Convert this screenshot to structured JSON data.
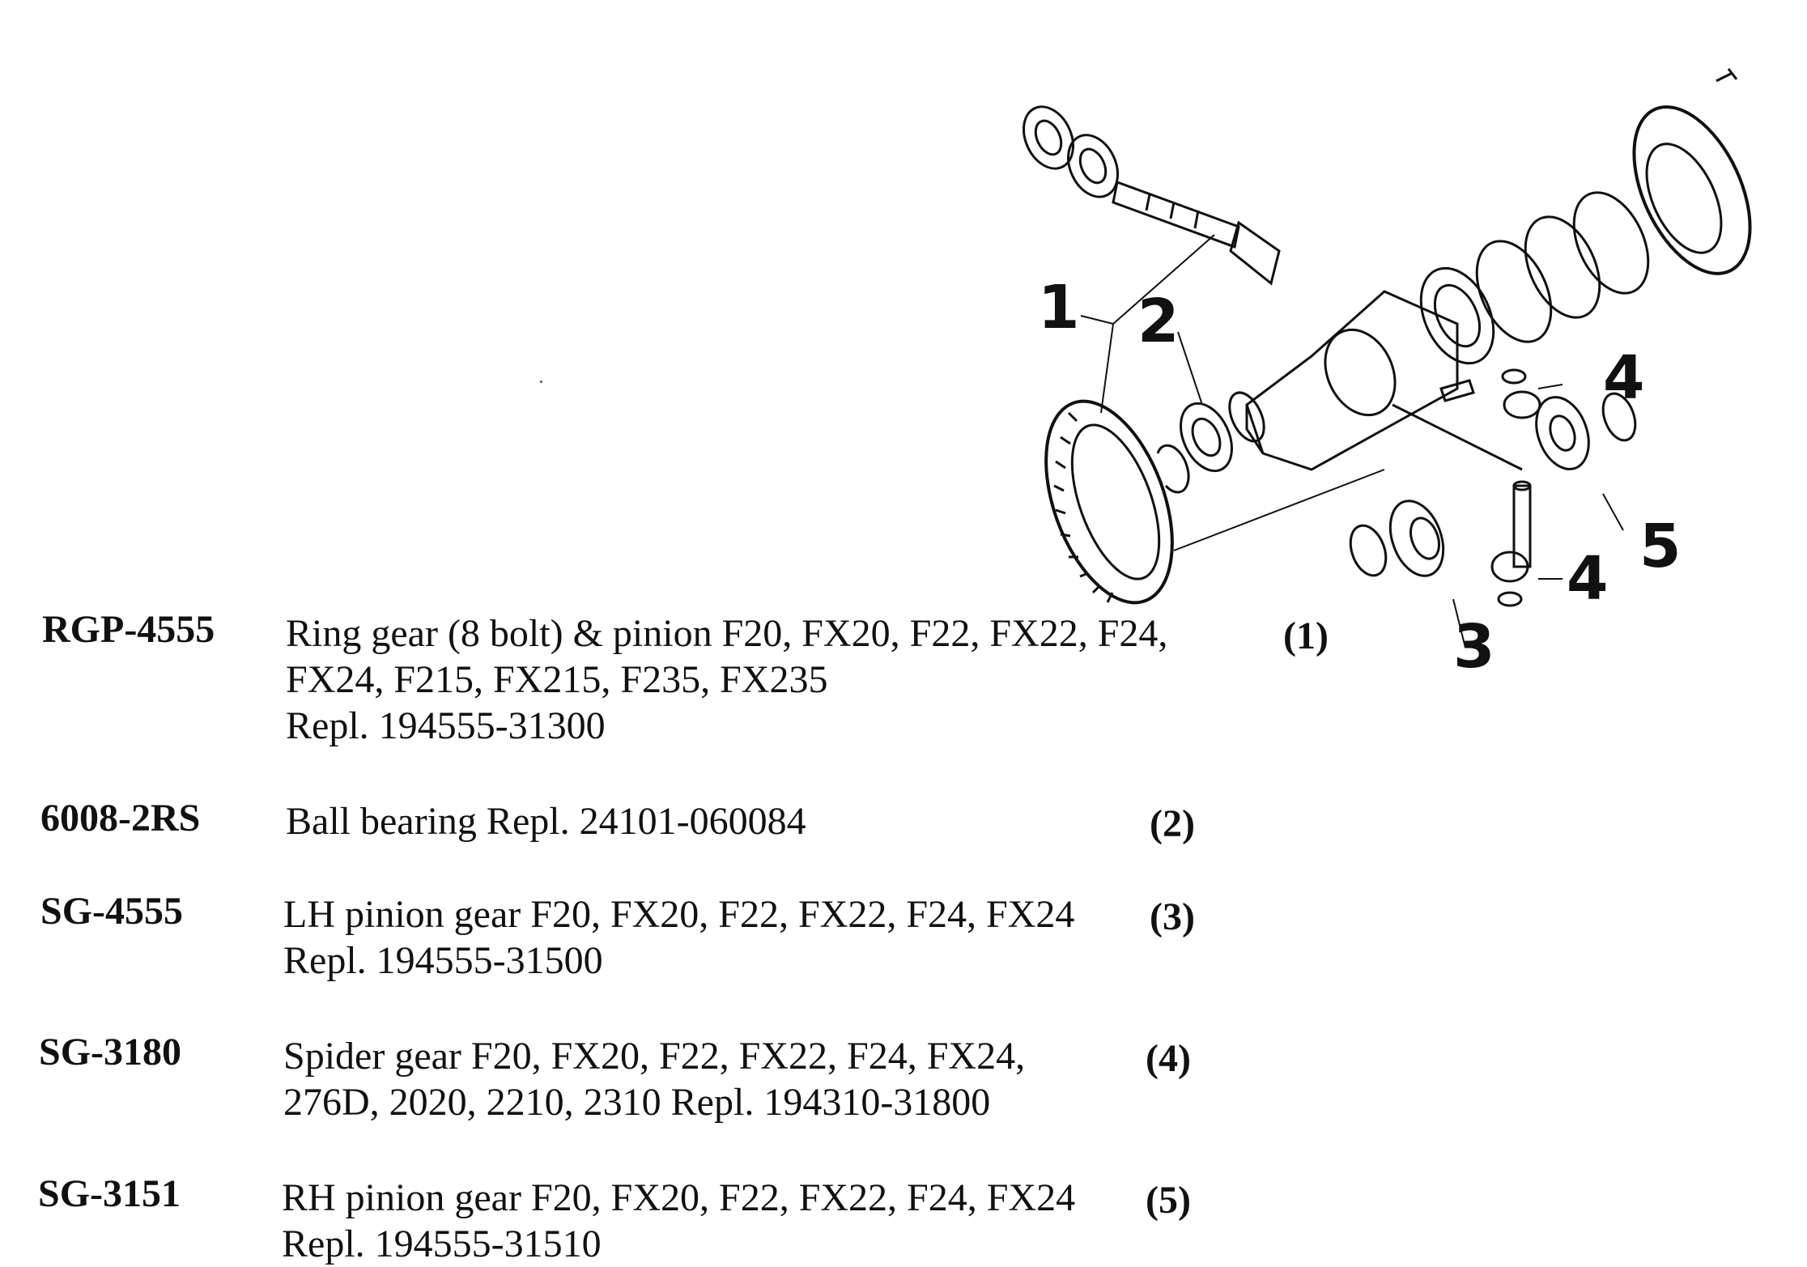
{
  "diagram": {
    "callouts": [
      "1",
      "2",
      "3",
      "4",
      "4",
      "5"
    ]
  },
  "parts": [
    {
      "part_number": "RGP-4555",
      "description_lines": [
        "Ring gear (8 bolt) & pinion F20, FX20, F22, FX22, F24,",
        "FX24, F215, FX215, F235, FX235",
        "Repl. 194555-31300"
      ],
      "ref": "(1)"
    },
    {
      "part_number": "6008-2RS",
      "description_lines": [
        "Ball bearing Repl. 24101-060084"
      ],
      "ref": "(2)"
    },
    {
      "part_number": "SG-4555",
      "description_lines": [
        "LH pinion gear F20, FX20, F22, FX22, F24, FX24",
        "Repl. 194555-31500"
      ],
      "ref": "(3)"
    },
    {
      "part_number": "SG-3180",
      "description_lines": [
        "Spider gear F20, FX20, F22, FX22, F24, FX24,",
        "276D, 2020, 2210, 2310 Repl. 194310-31800"
      ],
      "ref": "(4)"
    },
    {
      "part_number": "SG-3151",
      "description_lines": [
        "RH pinion gear F20, FX20, F22, FX22, F24, FX24",
        "Repl. 194555-31510"
      ],
      "ref": "(5)"
    }
  ]
}
